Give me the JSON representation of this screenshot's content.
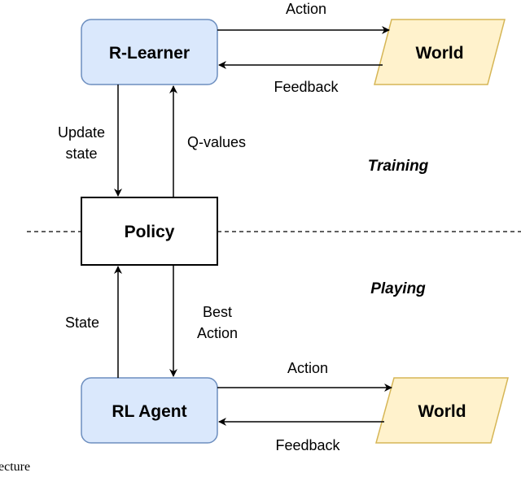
{
  "nodes": {
    "r_learner": "R-Learner",
    "world_top": "World",
    "policy": "Policy",
    "rl_agent": "RL Agent",
    "world_bottom": "World"
  },
  "edges": {
    "action_top": "Action",
    "feedback_top": "Feedback",
    "update_state_line1": "Update",
    "update_state_line2": "state",
    "q_values": "Q-values",
    "state": "State",
    "best_action_line1": "Best",
    "best_action_line2": "Action",
    "action_bottom": "Action",
    "feedback_bottom": "Feedback"
  },
  "phases": {
    "training": "Training",
    "playing": "Playing"
  },
  "caption": "ecture",
  "colors": {
    "rounded_box_fill": "#dae8fc",
    "rounded_box_stroke": "#6c8ebf",
    "world_fill": "#fff2cc",
    "world_stroke": "#d6b656",
    "policy_fill": "#ffffff",
    "policy_stroke": "#000000",
    "line": "#000000"
  }
}
